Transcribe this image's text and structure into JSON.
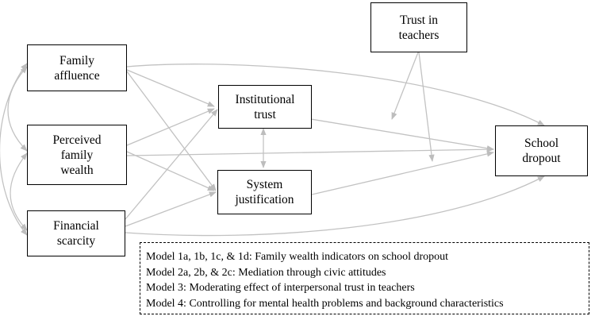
{
  "nodes": {
    "family_affluence": [
      "Family",
      "affluence"
    ],
    "perceived_wealth": [
      "Perceived",
      "family",
      "wealth"
    ],
    "financial_scarcity": [
      "Financial",
      "scarcity"
    ],
    "institutional_trust": [
      "Institutional",
      "trust"
    ],
    "system_justification": [
      "System",
      "justification"
    ],
    "trust_teachers": [
      "Trust in",
      "teachers"
    ],
    "school_dropout": [
      "School",
      "dropout"
    ]
  },
  "legend": [
    "Model 1a, 1b, 1c, & 1d: Family wealth indicators on school dropout",
    "Model 2a, 2b, & 2c: Mediation through civic attitudes",
    "Model 3: Moderating effect of interpersonal trust in teachers",
    "Model 4: Controlling for mental health problems and background characteristics"
  ],
  "colors": {
    "arrow": "#c2c2c2",
    "box_border": "#000000"
  }
}
